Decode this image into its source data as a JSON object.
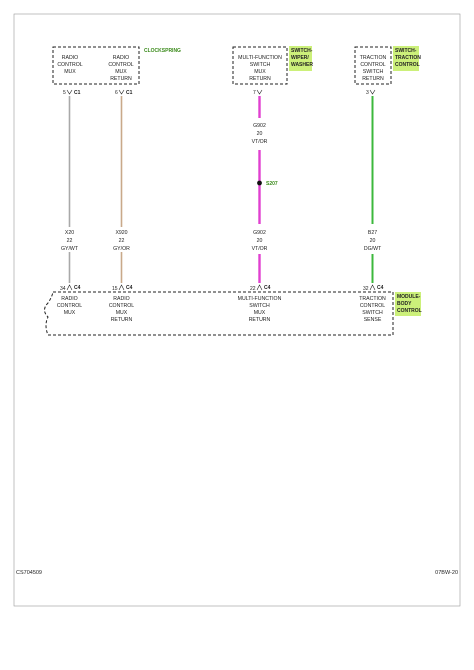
{
  "components": {
    "clockspring": {
      "tag": "CLOCKSPRING",
      "left_label": [
        "RADIO",
        "CONTROL",
        "MUX"
      ],
      "right_label": [
        "RADIO",
        "CONTROL",
        "MUX",
        "RETURN"
      ]
    },
    "multifunction_switch": {
      "tag": [
        "SWITCH-",
        "WIPER/",
        "WASHER"
      ],
      "label": [
        "MULTI-FUNCTION",
        "SWITCH",
        "MUX",
        "RETURN"
      ]
    },
    "traction_switch": {
      "tag": [
        "SWITCH-",
        "TRACTION",
        "CONTROL"
      ],
      "label": [
        "TRACTION",
        "CONTROL",
        "SWITCH",
        "RETURN"
      ]
    },
    "body_control_module": {
      "tag": [
        "MODULE-",
        "BODY",
        "CONTROL"
      ],
      "labels": [
        [
          "RADIO",
          "CONTROL",
          "MUX"
        ],
        [
          "RADIO",
          "CONTROL",
          "MUX",
          "RETURN"
        ],
        [
          "MULTI-FUNCTION",
          "SWITCH",
          "MUX",
          "RETURN"
        ],
        [
          "TRACTION",
          "CONTROL",
          "SWITCH",
          "SENSE"
        ]
      ]
    }
  },
  "wires": [
    {
      "top_pin": "5",
      "top_conn": "C1",
      "circuit": "X20",
      "gauge": "22",
      "color_code": "GY/WT",
      "bottom_pin": "34",
      "bottom_conn": "C4",
      "color": "#a9a9a9"
    },
    {
      "top_pin": "6",
      "top_conn": "C1",
      "circuit": "X920",
      "gauge": "22",
      "color_code": "GY/OR",
      "bottom_pin": "15",
      "bottom_conn": "C4",
      "color": "#c9a98a"
    },
    {
      "top_pin": "7",
      "top_conn": "",
      "circuit_upper": "G902",
      "gauge_upper": "20",
      "color_code_upper": "VT/OR",
      "circuit": "G902",
      "gauge": "20",
      "color_code": "VT/OR",
      "bottom_pin": "22",
      "bottom_conn": "C4",
      "color": "#e040d0"
    },
    {
      "top_pin": "3",
      "top_conn": "",
      "circuit": "B27",
      "gauge": "20",
      "color_code": "DG/WT",
      "bottom_pin": "32",
      "bottom_conn": "C4",
      "color": "#3cb83c"
    }
  ],
  "splice": {
    "label": "S207"
  },
  "footer": {
    "left_code": "CS704509",
    "right_code": "07BW-20"
  },
  "colors": {
    "tag_bg": "#ccf07a",
    "tag_text": "#3a8a1a"
  }
}
